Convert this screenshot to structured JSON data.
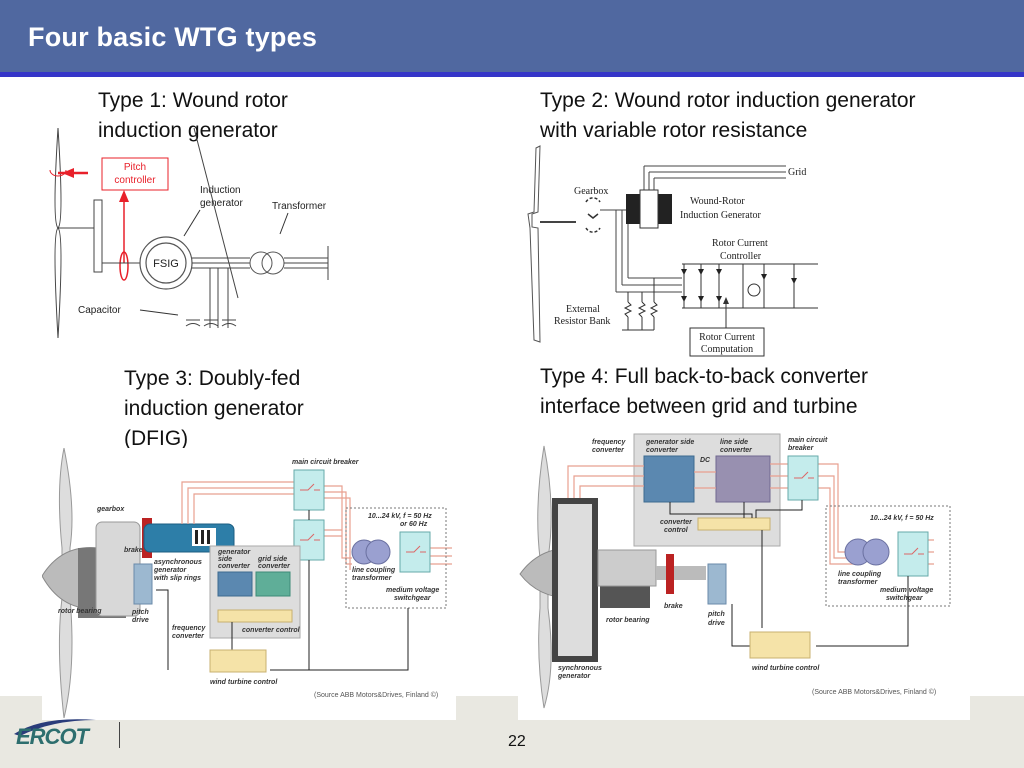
{
  "slide": {
    "title": "Four basic WTG types",
    "page_number": "22",
    "logo_text": "ERCOT"
  },
  "colors": {
    "header_bg": "#5068a0",
    "header_rule": "#3535c8",
    "footer_bg": "#e9e8e1",
    "logo": "#2d6e6e",
    "pitch_red": "#e8202a"
  },
  "types": [
    {
      "caption_line1": "Type 1: Wound rotor",
      "caption_line2": "induction generator",
      "diagram": {
        "pitch_controller_line1": "Pitch",
        "pitch_controller_line2": "controller",
        "induction_generator_line1": "Induction",
        "induction_generator_line2": "generator",
        "transformer": "Transformer",
        "fsig": "FSIG",
        "capacitor": "Capacitor"
      }
    },
    {
      "caption_line1": "Type 2: Wound rotor induction generator",
      "caption_line2": "with variable rotor resistance",
      "diagram": {
        "grid": "Grid",
        "gearbox": "Gearbox",
        "wrig_line1": "Wound-Rotor",
        "wrig_line2": "Induction Generator",
        "rcc_line1": "Rotor Current",
        "rcc_line2": "Controller",
        "resistor_line1": "External",
        "resistor_line2": "Resistor Bank",
        "rccomp_line1": "Rotor Current",
        "rccomp_line2": "Computation"
      }
    },
    {
      "caption_line1": "Type 3: Doubly-fed",
      "caption_line2": "induction generator",
      "caption_line3": "(DFIG)",
      "diagram": {
        "main_circuit_breaker": "main circuit breaker",
        "gearbox": "gearbox",
        "brake": "brake",
        "async_gen_line1": "asynchronous",
        "async_gen_line2": "generator",
        "async_gen_line3": "with slip rings",
        "gen_side_line1": "generator",
        "gen_side_line2": "side",
        "gen_side_line3": "converter",
        "grid_side_line1": "grid side",
        "grid_side_line2": "converter",
        "voltage_line1": "10...24 kV, f = 50 Hz",
        "voltage_line2": "or 60 Hz",
        "line_coupling_line1": "line coupling",
        "line_coupling_line2": "transformer",
        "mv_switch_line1": "medium voltage",
        "mv_switch_line2": "switchgear",
        "rotor_bearing": "rotor bearing",
        "pitch_drive_line1": "pitch",
        "pitch_drive_line2": "drive",
        "freq_conv_line1": "frequency",
        "freq_conv_line2": "converter",
        "converter_control": "converter control",
        "wind_turbine_control": "wind turbine control",
        "source": "(Source ABB Motors&Drives, Finland ©)"
      }
    },
    {
      "caption_line1": "Type 4: Full back-to-back converter",
      "caption_line2": "interface between grid and turbine",
      "diagram": {
        "freq_conv_line1": "frequency",
        "freq_conv_line2": "converter",
        "gen_side": "generator side",
        "gen_side_line2": "converter",
        "line_side": "line side",
        "line_side_line2": "converter",
        "dc": "DC",
        "mcb_line1": "main circuit",
        "mcb_line2": "breaker",
        "voltage": "10...24 kV, f = 50 Hz",
        "conv_control_line1": "converter",
        "conv_control_line2": "control",
        "line_coupling_line1": "line coupling",
        "line_coupling_line2": "transformer",
        "mv_switch_line1": "medium voltage",
        "mv_switch_line2": "switchgear",
        "brake": "brake",
        "rotor_bearing": "rotor bearing",
        "pitch_drive_line1": "pitch",
        "pitch_drive_line2": "drive",
        "sync_gen_line1": "synchronous",
        "sync_gen_line2": "generator",
        "wind_turbine_control": "wind turbine control",
        "source": "(Source ABB Motors&Drives, Finland ©)"
      }
    }
  ]
}
